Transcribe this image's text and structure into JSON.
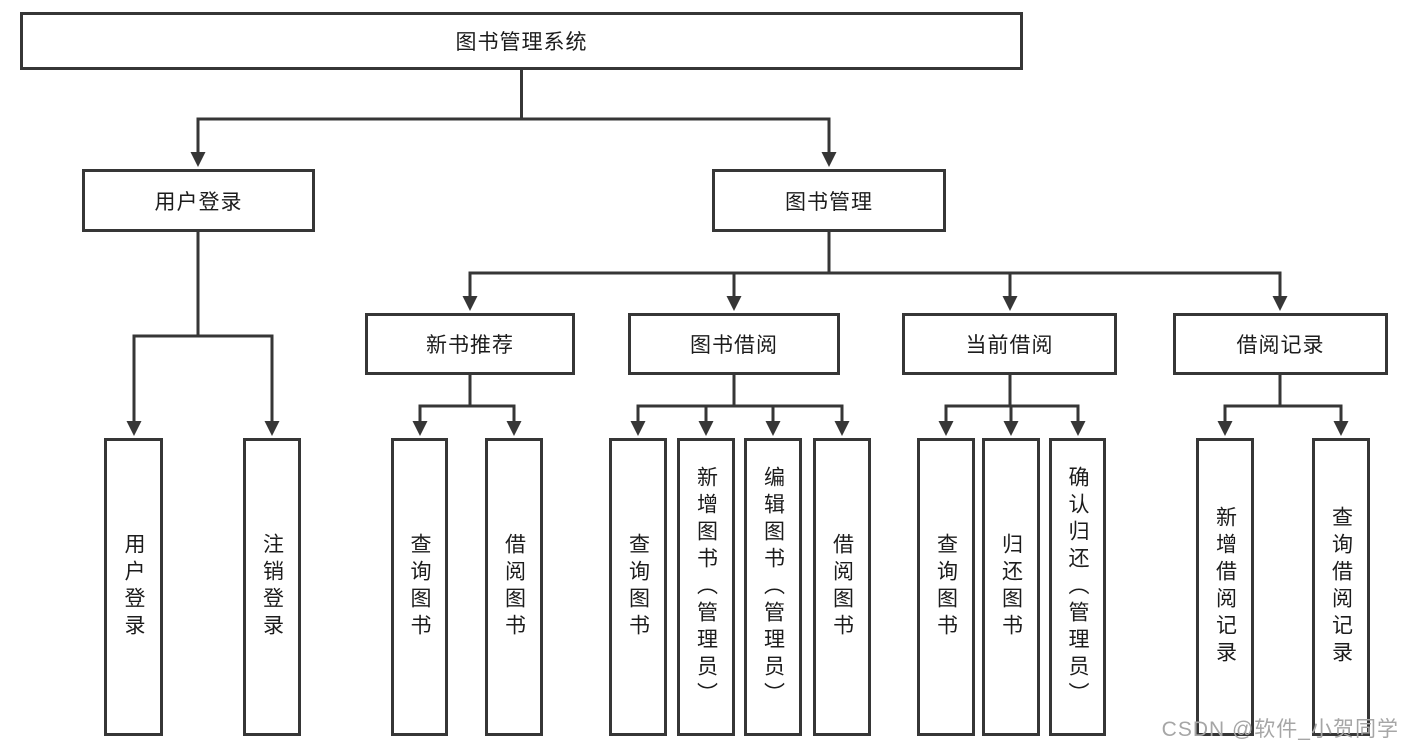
{
  "diagram": {
    "root": "图书管理系统",
    "branches": {
      "user_login": "用户登录",
      "book_management": "图书管理"
    },
    "modules": {
      "new_book_recommend": "新书推荐",
      "book_borrow": "图书借阅",
      "current_borrow": "当前借阅",
      "borrow_records": "借阅记录"
    },
    "functions": {
      "user_login": "用户登录",
      "logout": "注销登录",
      "rec_query_book": "查询图书",
      "rec_borrow_book": "借阅图书",
      "bb_query_book": "查询图书",
      "bb_add_book": "新增图书（管理员）",
      "bb_edit_book": "编辑图书（管理员）",
      "bb_borrow_book": "借阅图书",
      "cb_query_book": "查询图书",
      "cb_return_book": "归还图书",
      "cb_confirm_return": "确认归还（管理员）",
      "br_add_record": "新增借阅记录",
      "br_query_record": "查询借阅记录"
    }
  },
  "watermark": "CSDN @软件_小贺同学",
  "colors": {
    "line": "#363636",
    "text": "#1c1c1c",
    "watermark": "#a6a6a6",
    "background": "#ffffff"
  }
}
